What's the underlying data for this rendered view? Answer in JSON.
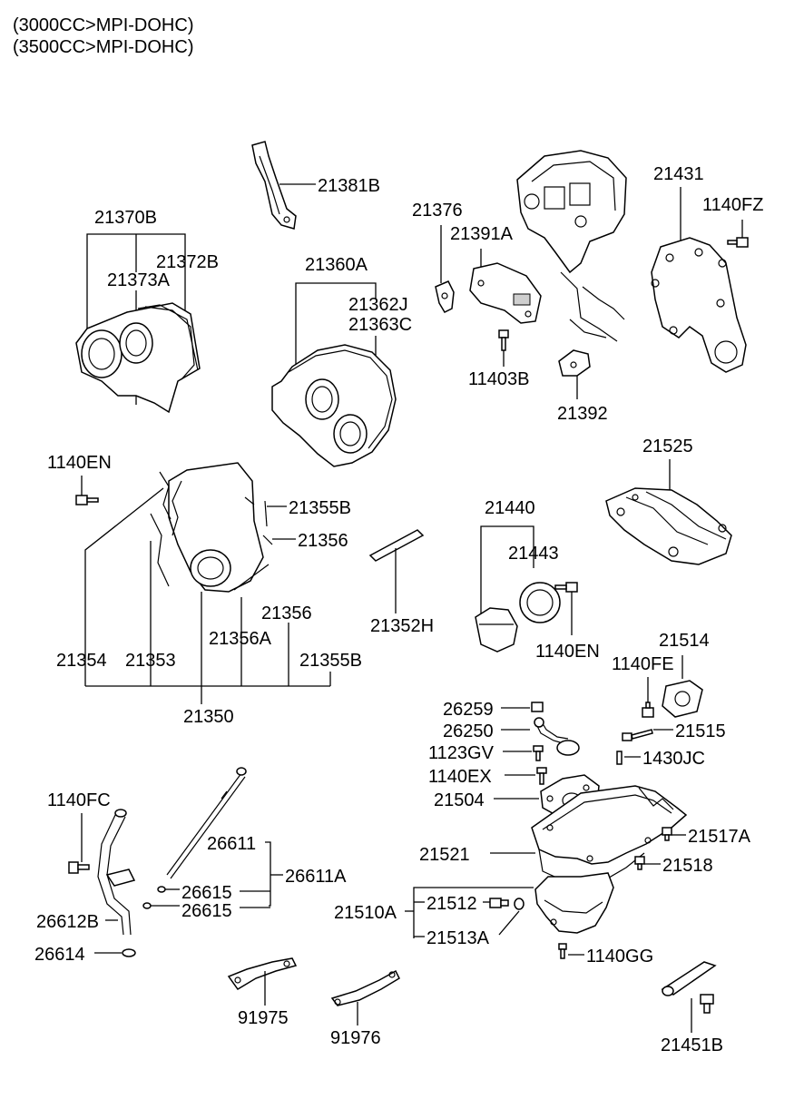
{
  "header": {
    "line1": "(3000CC>MPI-DOHC)",
    "line2": "(3500CC>MPI-DOHC)"
  },
  "labels": {
    "l21381B": "21381B",
    "l21370B": "21370B",
    "l21372B": "21372B",
    "l21373A": "21373A",
    "l21360A": "21360A",
    "l21362J": "21362J",
    "l21363C": "21363C",
    "l21376": "21376",
    "l21391A": "21391A",
    "l11403B": "11403B",
    "l21392": "21392",
    "l21431": "21431",
    "l1140FZ": "1140FZ",
    "l1140EN_a": "1140EN",
    "l21355B_a": "21355B",
    "l21356_a": "21356",
    "l21352H": "21352H",
    "l21440": "21440",
    "l21443": "21443",
    "l1140EN_b": "1140EN",
    "l21525": "21525",
    "l21354": "21354",
    "l21353": "21353",
    "l21356A": "21356A",
    "l21356_b": "21356",
    "l21355B_b": "21355B",
    "l21350": "21350",
    "l21514": "21514",
    "l1140FE": "1140FE",
    "l26259": "26259",
    "l26250": "26250",
    "l21515": "21515",
    "l1123GV": "1123GV",
    "l1430JC": "1430JC",
    "l1140EX": "1140EX",
    "l21504": "21504",
    "l1140FC": "1140FC",
    "l26611": "26611",
    "l26611A": "26611A",
    "l26615_a": "26615",
    "l26615_b": "26615",
    "l21521": "21521",
    "l21517A": "21517A",
    "l21518": "21518",
    "l26612B": "26612B",
    "l21512": "21512",
    "l21510A": "21510A",
    "l21513A": "21513A",
    "l26614": "26614",
    "l1140GG": "1140GG",
    "l91975": "91975",
    "l91976": "91976",
    "l21451B": "21451B"
  }
}
